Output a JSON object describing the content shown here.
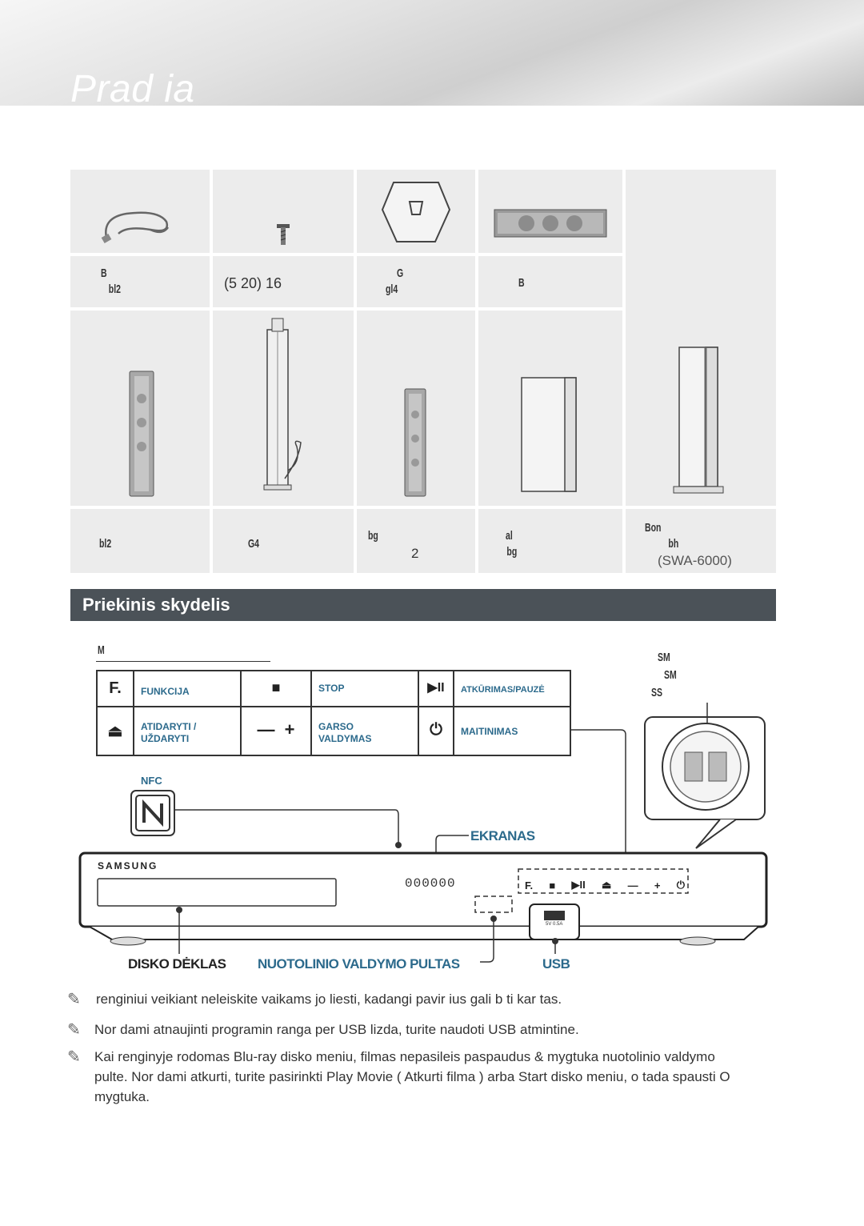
{
  "header": {
    "title": "Prad ia"
  },
  "components": {
    "row1_labels": [
      {
        "line1": "B",
        "line2": "bl2"
      },
      {
        "line1": "(5 20) 16",
        "line2": ""
      },
      {
        "line1": "G",
        "line2": "gl4"
      },
      {
        "line1": "B",
        "line2": ""
      }
    ],
    "row2_labels": [
      {
        "line1": "bl2",
        "line2": ""
      },
      {
        "line1": "G4",
        "line2": ""
      },
      {
        "line1": "bg",
        "line2": "2"
      },
      {
        "line1": "al",
        "line2": "bg"
      },
      {
        "line1": "Bon",
        "line2": "bh",
        "model": "(SWA-6000)"
      }
    ]
  },
  "section": {
    "title": "Priekinis skydelis"
  },
  "panel_heading": "M",
  "function_table": {
    "rows": [
      [
        {
          "icon": "F.",
          "icon_name": "function-icon",
          "label": "FUNKCIJA"
        },
        {
          "icon": "■",
          "icon_name": "stop-icon",
          "label": "STOP"
        },
        {
          "icon": "▶II",
          "icon_name": "play-pause-icon",
          "label": "ATKŪRIMAS/PAUZĖ"
        }
      ],
      [
        {
          "icon": "⏏",
          "icon_name": "eject-icon",
          "label": "ATIDARYTI / UŽDARYTI"
        },
        {
          "icon": "—  +",
          "icon_name": "volume-icon",
          "label": "GARSO VALDYMAS"
        },
        {
          "icon": "⏻",
          "icon_name": "power-icon",
          "label": "MAITINIMAS"
        }
      ]
    ]
  },
  "wireless_labels": [
    "SM",
    "SM",
    "SS"
  ],
  "nfc_label": "NFC",
  "device": {
    "brand": "SAMSUNG",
    "display": "000000",
    "usb_port_text": "5V 0.5A",
    "buttons": [
      "F.",
      "■",
      "▶II",
      "⏏",
      "—",
      "+",
      "⏻"
    ]
  },
  "callouts": {
    "display": "EKRANAS",
    "disc_tray": "DISKO DĖKLAS",
    "remote_sensor": "NUOTOLINIO VALDYMO PULTAS",
    "usb": "USB"
  },
  "notes": [
    "renginiui veikiant neleiskite vaikams jo liesti, kadangi pavir ius gali b ti kar tas.",
    "Nor dami atnaujinti programin ranga per USB lizda, turite naudoti USB atmintine.",
    "Kai renginyje rodomas Blu-ray disko meniu, filmas nepasileis paspaudus & mygtuka nuotolinio valdymo pulte. Nor dami atkurti, turite pasirinkti Play Movie ( Atkurti filma ) arba Start disko meniu, o tada spausti O mygtuka."
  ],
  "colors": {
    "accent": "#2c6a8c",
    "section_bar": "#4b5258",
    "cell_bg": "#ececec"
  }
}
